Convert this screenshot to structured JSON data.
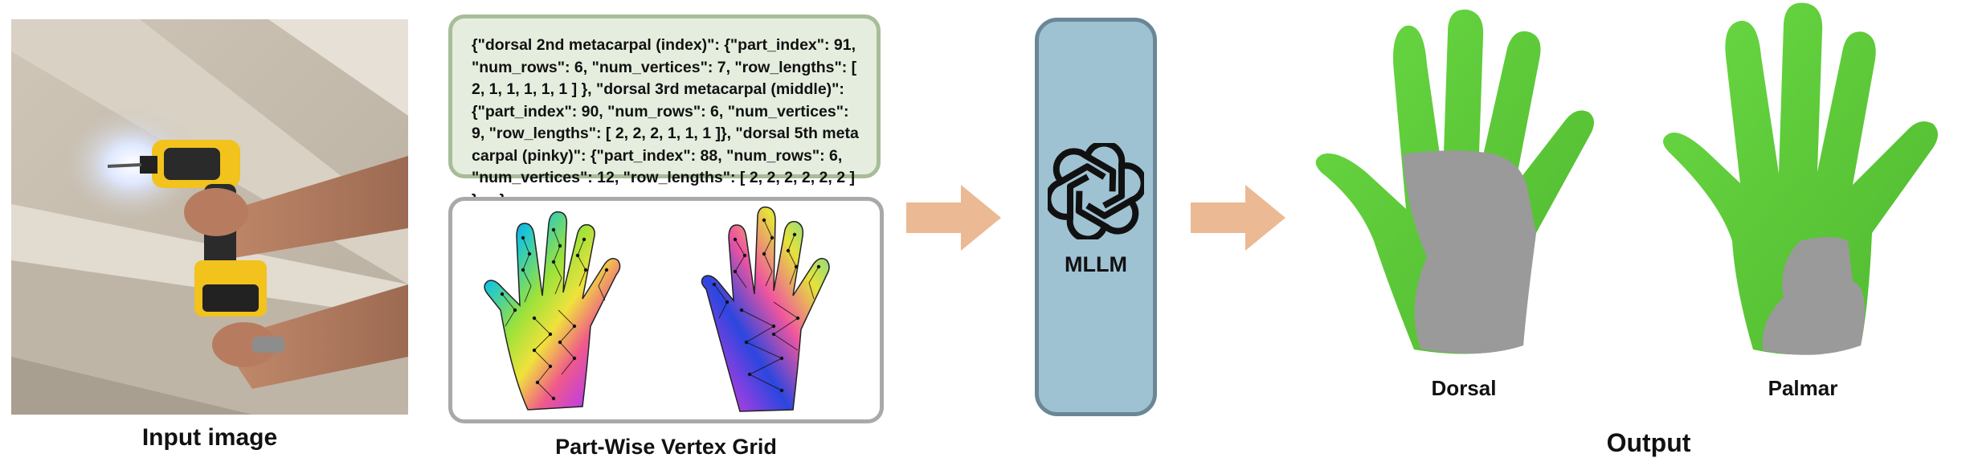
{
  "input": {
    "caption": "Input image"
  },
  "json_box": {
    "text": "{\"dorsal 2nd metacarpal (index)\": {\"part_index\": 91, \"num_rows\": 6, \"num_vertices\": 7, \"row_lengths\": [ 2, 1, 1, 1, 1, 1 ] }, \"dorsal 3rd metacarpal (middle)\": {\"part_index\": 90, \"num_rows\": 6, \"num_vertices\": 9, \"row_lengths\": [ 2, 2, 2, 1, 1, 1 ]}, \"dorsal 5th metacarpal (pinky)\": {\"part_index\": 88, \"num_rows\": 6, \"num_vertices\": 12, \"row_lengths\": [ 2, 2, 2, 2, 2, 2 ] }, ...}"
  },
  "grid": {
    "caption": "Part-Wise Vertex Grid"
  },
  "model": {
    "label": "MLLM",
    "icon": "openai-logo-icon"
  },
  "output": {
    "caption": "Output",
    "dorsal_label": "Dorsal",
    "palmar_label": "Palmar"
  },
  "colors": {
    "json_border": "#a7bd98",
    "json_fill": "#e4edde",
    "grid_border": "#a9a9a9",
    "mllm_border": "#6b8796",
    "mllm_fill": "#9fc2d3",
    "arrow": "#ebb993",
    "contact_green": "#5fd13c",
    "no_contact_gray": "#9a9a9a"
  }
}
